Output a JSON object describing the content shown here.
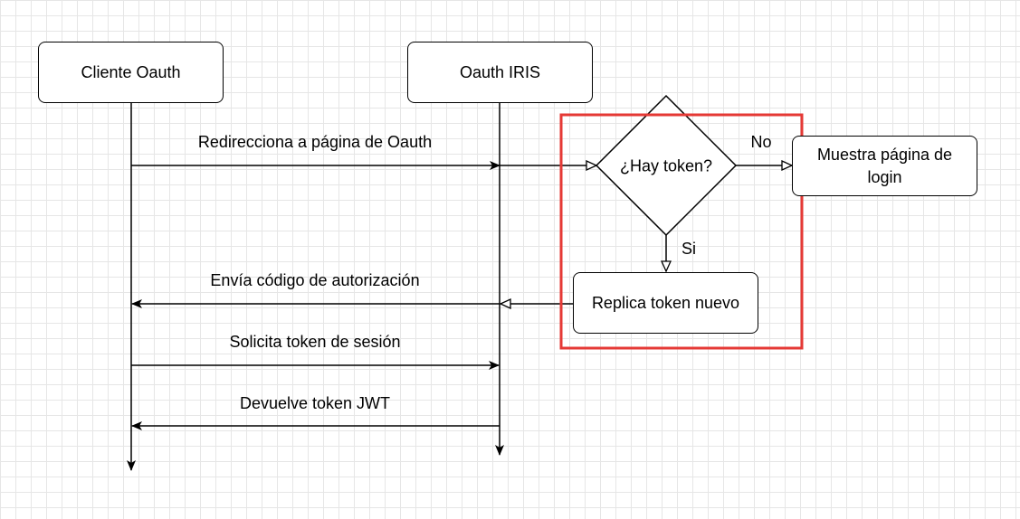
{
  "participants": {
    "client": "Cliente Oauth",
    "server": "Oauth IRIS"
  },
  "messages": {
    "redirect": "Redirecciona a página de Oauth",
    "send_code": "Envía código de autorización",
    "request_token": "Solicita token de sesión",
    "return_token": "Devuelve token JWT"
  },
  "flow": {
    "decision": "¿Hay token?",
    "no_label": "No",
    "yes_label": "Si",
    "login_page": "Muestra página de login",
    "replicate": "Replica token nuevo"
  },
  "colors": {
    "highlight": "#e53935",
    "line": "#000000",
    "grid": "#e6e6e6"
  }
}
